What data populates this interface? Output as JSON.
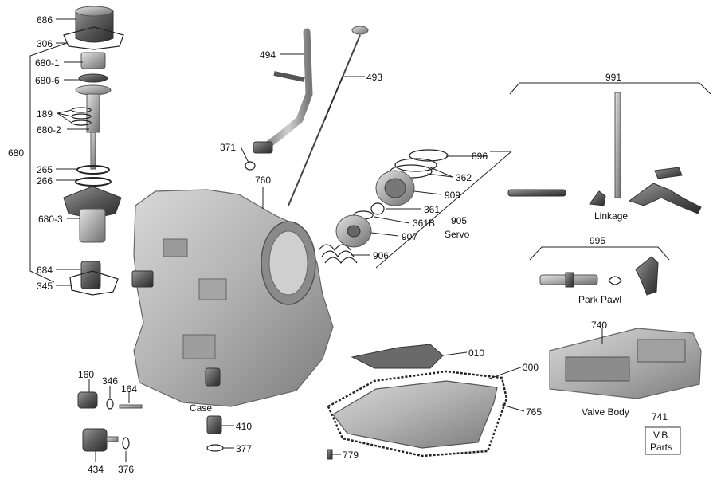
{
  "callouts": {
    "c686": "686",
    "c306": "306",
    "c680_1": "680-1",
    "c680_6": "680-6",
    "c189": "189",
    "c680_2": "680-2",
    "c680": "680",
    "c265": "265",
    "c266": "266",
    "c680_3": "680-3",
    "c684": "684",
    "c345": "345",
    "c494": "494",
    "c493": "493",
    "c371": "371",
    "c760": "760",
    "c896": "896",
    "c362": "362",
    "c909": "909",
    "c361": "361",
    "c361b": "361B",
    "c907": "907",
    "c906": "906",
    "c905": "905",
    "c991": "991",
    "c995": "995",
    "c740": "740",
    "c741": "741",
    "c010": "010",
    "c300": "300",
    "c765": "765",
    "c779": "779",
    "c160": "160",
    "c346": "346",
    "c164": "164",
    "c410": "410",
    "c377": "377",
    "c434": "434",
    "c376": "376"
  },
  "labels": {
    "servo": "Servo",
    "linkage": "Linkage",
    "park_pawl": "Park Pawl",
    "valve_body": "Valve Body",
    "case": "Case",
    "vb_parts_line1": "V.B.",
    "vb_parts_line2": "Parts"
  }
}
